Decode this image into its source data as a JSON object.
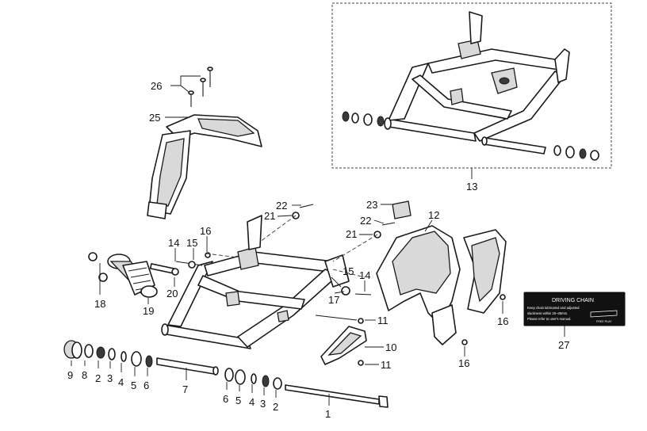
{
  "callouts": {
    "c1": "1",
    "c2a": "2",
    "c2b": "2",
    "c3a": "3",
    "c3b": "3",
    "c4a": "4",
    "c4b": "4",
    "c5a": "5",
    "c5b": "5",
    "c6a": "6",
    "c6b": "6",
    "c7": "7",
    "c8": "8",
    "c9": "9",
    "c10": "10",
    "c11a": "11",
    "c11b": "11",
    "c12": "12",
    "c13": "13",
    "c14a": "14",
    "c14b": "14",
    "c15a": "15",
    "c15b": "15",
    "c16a": "16",
    "c16b": "16",
    "c16c": "16",
    "c18": "18",
    "c19": "19",
    "c20": "20",
    "c21a": "21",
    "c21b": "21",
    "c22a": "22",
    "c22b": "22",
    "c23": "23",
    "c25": "25",
    "c26": "26",
    "c27": "27"
  },
  "chain_label": {
    "title": "DRIVING CHAIN",
    "line1": "Keep chain lubricated and adjusted",
    "line2": "slackness within 25~35mm.",
    "line3": "Please refer to user's manual.",
    "free_play": "FREE PLAY"
  },
  "colors": {
    "label_bg": "#111111",
    "line": "#1a1a1a"
  }
}
